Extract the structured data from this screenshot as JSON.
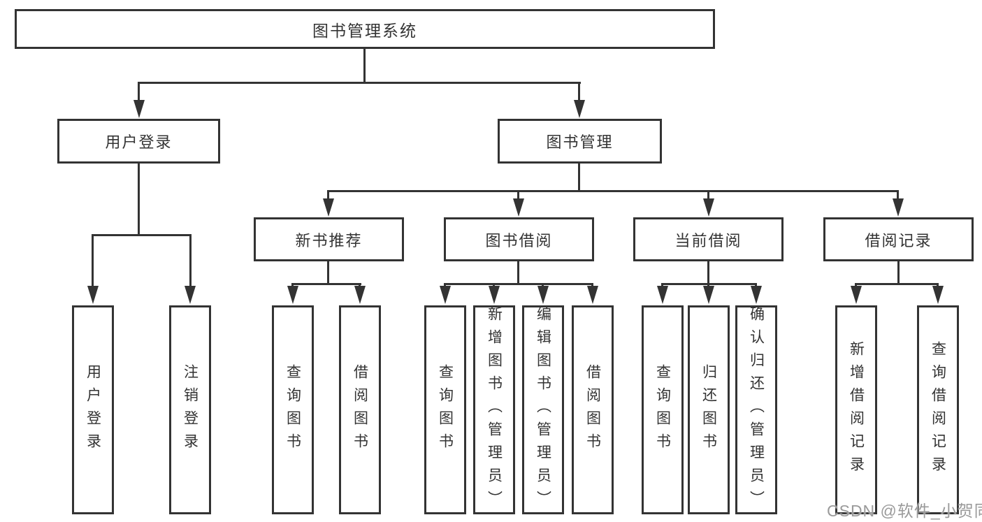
{
  "diagram": {
    "type": "hierarchy-tree",
    "root": {
      "label": "图书管理系统"
    },
    "level2": {
      "user_login": {
        "label": "用户登录"
      },
      "book_mgmt": {
        "label": "图书管理"
      }
    },
    "level3": {
      "new_book_rec": {
        "label": "新书推荐",
        "parent": "图书管理"
      },
      "book_borrow": {
        "label": "图书借阅",
        "parent": "图书管理"
      },
      "current_borrow": {
        "label": "当前借阅",
        "parent": "图书管理"
      },
      "borrow_record": {
        "label": "借阅记录",
        "parent": "图书管理"
      }
    },
    "leaves": {
      "user_login_leaf": "用户登录",
      "logout": "注销登录",
      "query_book_1": "查询图书",
      "borrow_book_1": "借阅图书",
      "query_book_2": "查询图书",
      "add_book_admin": "新增图书（管理员）",
      "edit_book_admin": "编辑图书（管理员）",
      "borrow_book_2": "借阅图书",
      "query_book_3": "查询图书",
      "return_book": "归还图书",
      "confirm_return_admin": "确认归还（管理员）",
      "add_borrow_record": "新增借阅记录",
      "query_borrow_record": "查询借阅记录"
    },
    "colors": {
      "line": "#333333",
      "box_fill": "#ffffff",
      "watermark": "#9a9a9a"
    }
  },
  "watermark": {
    "text": "CSDN @软件_小贺同学"
  }
}
